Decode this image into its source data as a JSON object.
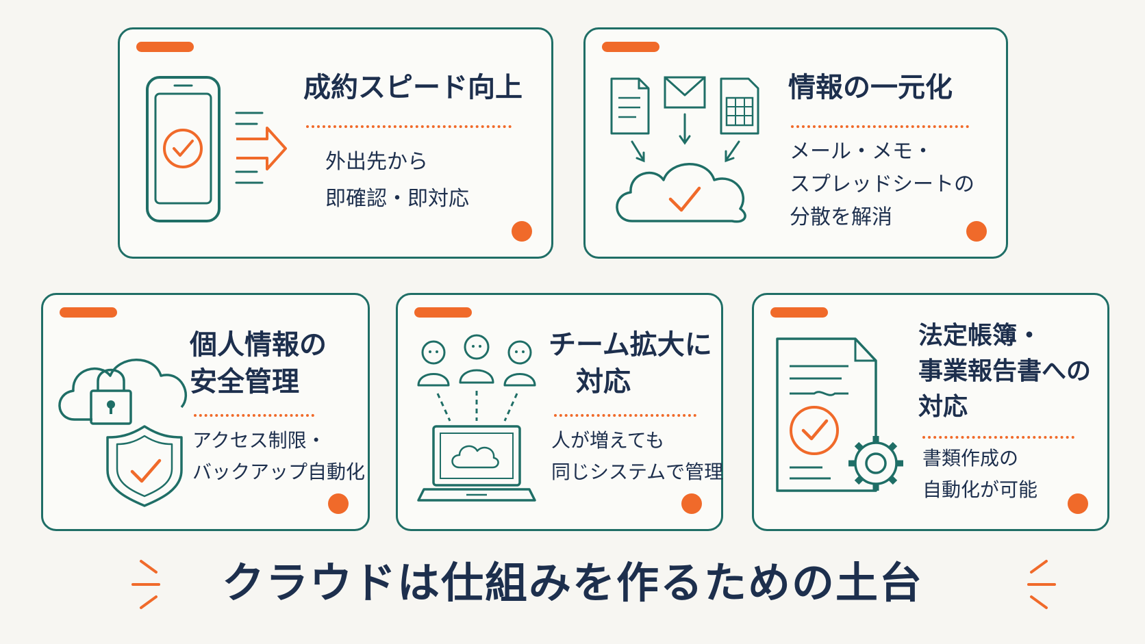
{
  "colors": {
    "accent": "#f06a2a",
    "frame": "#1f6e66",
    "text": "#1d2f4d",
    "background": "#f7f6f2"
  },
  "cards": [
    {
      "title_lines": [
        "成約スピード向上"
      ],
      "desc_lines": [
        "外出先から",
        "即確認・即対応"
      ],
      "icon": "smartphone-check-icon"
    },
    {
      "title_lines": [
        "情報の一元化"
      ],
      "desc_lines": [
        "メール・メモ・",
        "スプレッドシートの",
        "分散を解消"
      ],
      "icon": "documents-to-cloud-icon"
    },
    {
      "title_lines": [
        "個人情報の",
        "安全管理"
      ],
      "desc_lines": [
        "アクセス制限・",
        "バックアップ自動化"
      ],
      "icon": "cloud-lock-shield-icon"
    },
    {
      "title_lines": [
        "チーム拡大に",
        "対応"
      ],
      "desc_lines": [
        "人が増えても",
        "同じシステムで管理"
      ],
      "icon": "team-laptop-cloud-icon"
    },
    {
      "title_lines": [
        "法定帳簿・",
        "事業報告書への",
        "対応"
      ],
      "desc_lines": [
        "書類作成の",
        "自動化が可能"
      ],
      "icon": "document-gear-check-icon"
    }
  ],
  "footer": {
    "text": "クラウドは仕組みを作るための土台"
  }
}
